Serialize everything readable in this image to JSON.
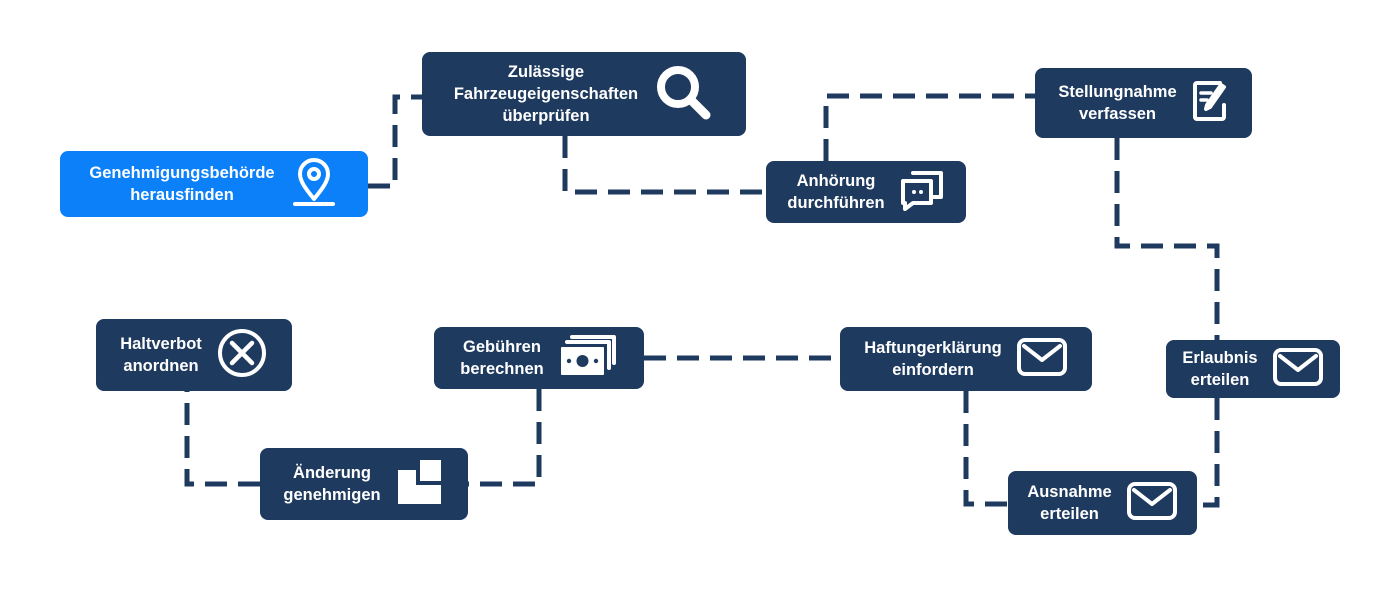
{
  "colors": {
    "navy": "#1f3a5f",
    "accent": "#0b80f8",
    "background": "#ffffff"
  },
  "nodes": [
    {
      "id": "genehmigungsbehoerde",
      "label": "Genehmigungsbehörde\nherausfinden",
      "icon": "map-pin-icon",
      "active": true
    },
    {
      "id": "fahrzeugeigenschaften",
      "label": "Zulässige\nFahrzeugeigenschaften\nüberprüfen",
      "icon": "magnifier-icon"
    },
    {
      "id": "anhoerung",
      "label": "Anhörung\ndurchführen",
      "icon": "chat-bubble-icon"
    },
    {
      "id": "stellungnahme",
      "label": "Stellungnahme\nverfassen",
      "icon": "document-edit-icon"
    },
    {
      "id": "erlaubnis",
      "label": "Erlaubnis\nerteilen",
      "icon": "envelope-icon"
    },
    {
      "id": "haftungerklaerung",
      "label": "Haftungerklärung\neinfordern",
      "icon": "envelope-icon"
    },
    {
      "id": "ausnahme",
      "label": "Ausnahme\nerteilen",
      "icon": "envelope-icon"
    },
    {
      "id": "gebuehren",
      "label": "Gebühren\nberechnen",
      "icon": "banknotes-icon"
    },
    {
      "id": "aenderung",
      "label": "Änderung\ngenehmigen",
      "icon": "squares-icon"
    },
    {
      "id": "haltverbot",
      "label": "Haltverbot\nanordnen",
      "icon": "x-circle-icon"
    }
  ]
}
